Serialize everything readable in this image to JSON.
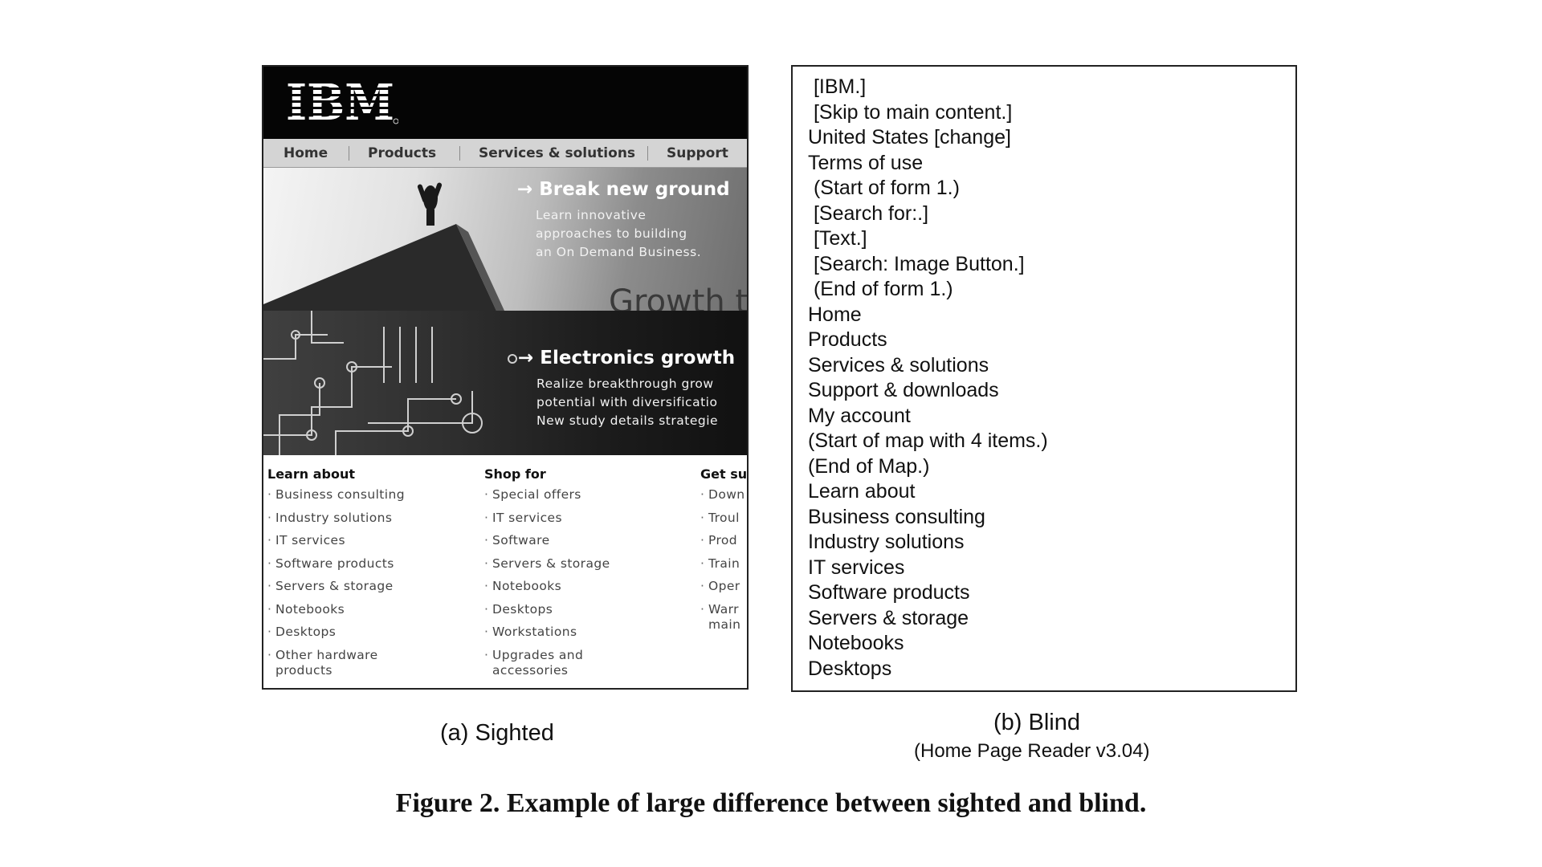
{
  "sighted_page": {
    "logo_text": "IBM",
    "nav": [
      "Home",
      "Products",
      "Services & solutions",
      "Support"
    ],
    "feature_1": {
      "title": "Break new ground",
      "text": "Learn innovative\napproaches to building\nan On Demand Business."
    },
    "banner_text": "Growth tl",
    "feature_2": {
      "title": "Electronics growth",
      "text": "Realize breakthrough grow\npotential with diversificatio\nNew study details strategie"
    },
    "columns": [
      {
        "heading": "Learn about",
        "items": [
          "Business consulting",
          "Industry solutions",
          "IT services",
          "Software products",
          "Servers & storage",
          "Notebooks",
          "Desktops",
          "Other hardware\nproducts"
        ]
      },
      {
        "heading": "Shop for",
        "items": [
          "Special offers",
          "IT services",
          "Software",
          "Servers & storage",
          "Notebooks",
          "Desktops",
          "Workstations",
          "Upgrades and\naccessories"
        ]
      },
      {
        "heading": "Get su",
        "items": [
          "Down",
          "Troul",
          "Prod",
          "Train",
          "Oper",
          "Warr\nmain"
        ]
      }
    ]
  },
  "reader_output": {
    "lines": [
      " [IBM.]",
      " [Skip to main content.]",
      "United States [change]",
      "Terms of use",
      " (Start of form 1.)",
      " [Search for:.]",
      " [Text.]",
      " [Search: Image Button.]",
      " (End of form 1.)",
      "Home",
      "Products",
      "Services & solutions",
      "Support & downloads",
      "My account",
      "(Start of map with 4 items.)",
      "(End of Map.)",
      "Learn about",
      "Business consulting",
      "Industry solutions",
      "IT services",
      "Software products",
      "Servers & storage",
      "Notebooks",
      "Desktops"
    ]
  },
  "captions": {
    "a": "(a) Sighted",
    "b": "(b) Blind",
    "b_sub": "(Home Page Reader v3.04)",
    "figure": "Figure 2. Example of large difference between sighted and blind."
  }
}
